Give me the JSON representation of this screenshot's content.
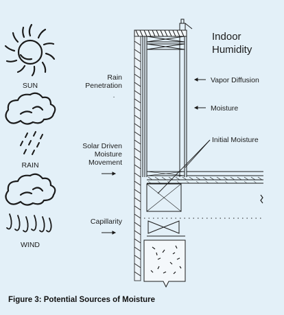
{
  "caption": "Figure 3: Potential Sources of Moisture",
  "weather": {
    "sun": "SUN",
    "rain": "RAIN",
    "wind": "WIND"
  },
  "labels": {
    "rain_penetration": [
      "Rain",
      "Penetration"
    ],
    "solar_driven": [
      "Solar Driven",
      "Moisture",
      "Movement"
    ],
    "capillarity": "Capillarity",
    "indoor_humidity": [
      "Indoor",
      "Humidity"
    ],
    "vapor_diffusion": "Vapor Diffusion",
    "moisture": "Moisture",
    "initial_moisture": "Initial Moisture"
  },
  "colors": {
    "background": "#e3f0f8",
    "ink": "#1a1a1a"
  }
}
